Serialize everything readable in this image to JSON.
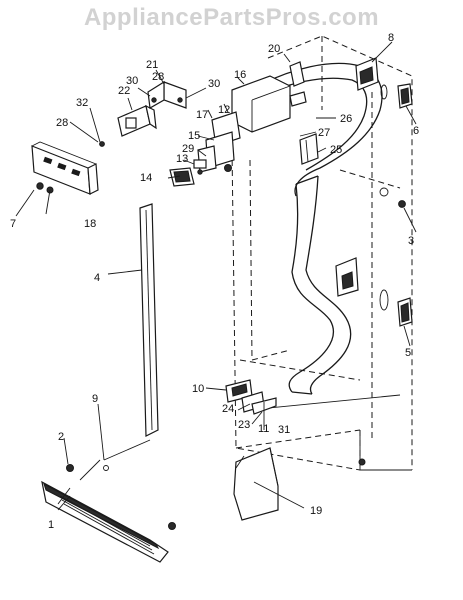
{
  "watermark": "AppliancePartsPros.com",
  "callouts": [
    {
      "id": "1",
      "label": "1"
    },
    {
      "id": "2",
      "label": "2"
    },
    {
      "id": "3",
      "label": "3"
    },
    {
      "id": "4",
      "label": "4"
    },
    {
      "id": "5",
      "label": "5"
    },
    {
      "id": "6",
      "label": "6"
    },
    {
      "id": "7",
      "label": "7"
    },
    {
      "id": "8",
      "label": "8"
    },
    {
      "id": "9",
      "label": "9"
    },
    {
      "id": "10",
      "label": "10"
    },
    {
      "id": "11",
      "label": "11"
    },
    {
      "id": "12",
      "label": "12"
    },
    {
      "id": "13",
      "label": "13"
    },
    {
      "id": "14",
      "label": "14"
    },
    {
      "id": "15",
      "label": "15"
    },
    {
      "id": "16",
      "label": "16"
    },
    {
      "id": "17",
      "label": "17"
    },
    {
      "id": "18",
      "label": "18"
    },
    {
      "id": "19",
      "label": "19"
    },
    {
      "id": "20",
      "label": "20"
    },
    {
      "id": "21",
      "label": "21"
    },
    {
      "id": "22",
      "label": "22"
    },
    {
      "id": "23",
      "label": "23"
    },
    {
      "id": "24",
      "label": "24"
    },
    {
      "id": "25",
      "label": "25"
    },
    {
      "id": "26",
      "label": "26"
    },
    {
      "id": "27",
      "label": "27"
    },
    {
      "id": "28a",
      "label": "28"
    },
    {
      "id": "28b",
      "label": "28"
    },
    {
      "id": "29",
      "label": "29"
    },
    {
      "id": "30a",
      "label": "30"
    },
    {
      "id": "30b",
      "label": "30"
    },
    {
      "id": "31",
      "label": "31"
    },
    {
      "id": "32",
      "label": "32"
    }
  ]
}
